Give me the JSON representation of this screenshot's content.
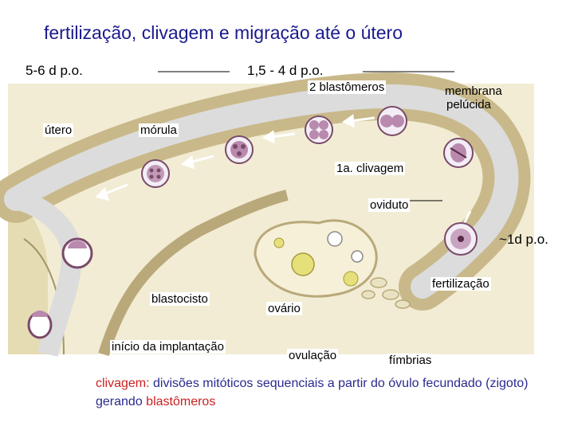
{
  "title": "fertilização, clivagem e migração até o útero",
  "timeline": {
    "left_label": "5-6 d  p.o.",
    "middle_label": "1,5 - 4 d  p.o."
  },
  "labels": {
    "blastomeros": "2 blastômeros",
    "membrana": "membrana",
    "pelucida": "pelúcida",
    "utero": "útero",
    "morula": "mórula",
    "clivagem1": "1a. clivagem",
    "oviduto": "oviduto",
    "day1": "~1d  p.o.",
    "fertilizacao": "fertilização",
    "blastocisto": "blastocisto",
    "ovario": "ovário",
    "implantacao": "início da implantação",
    "ovulacao": "ovulação",
    "fimbrias": "fímbrias"
  },
  "caption": {
    "term": "clivagem:",
    "text1": " divisões mitóticos sequenciais a partir do óvulo fecundado (zigoto) gerando ",
    "term2": "blastômeros"
  },
  "colors": {
    "title": "#1a1a8c",
    "caption": "#2a2a90",
    "highlight": "#cc1f1f",
    "tissue": "#efe7c8",
    "tissue_edge": "#b9a87a",
    "lumen": "#d9d9d9",
    "cell": "#7a4a6a"
  }
}
